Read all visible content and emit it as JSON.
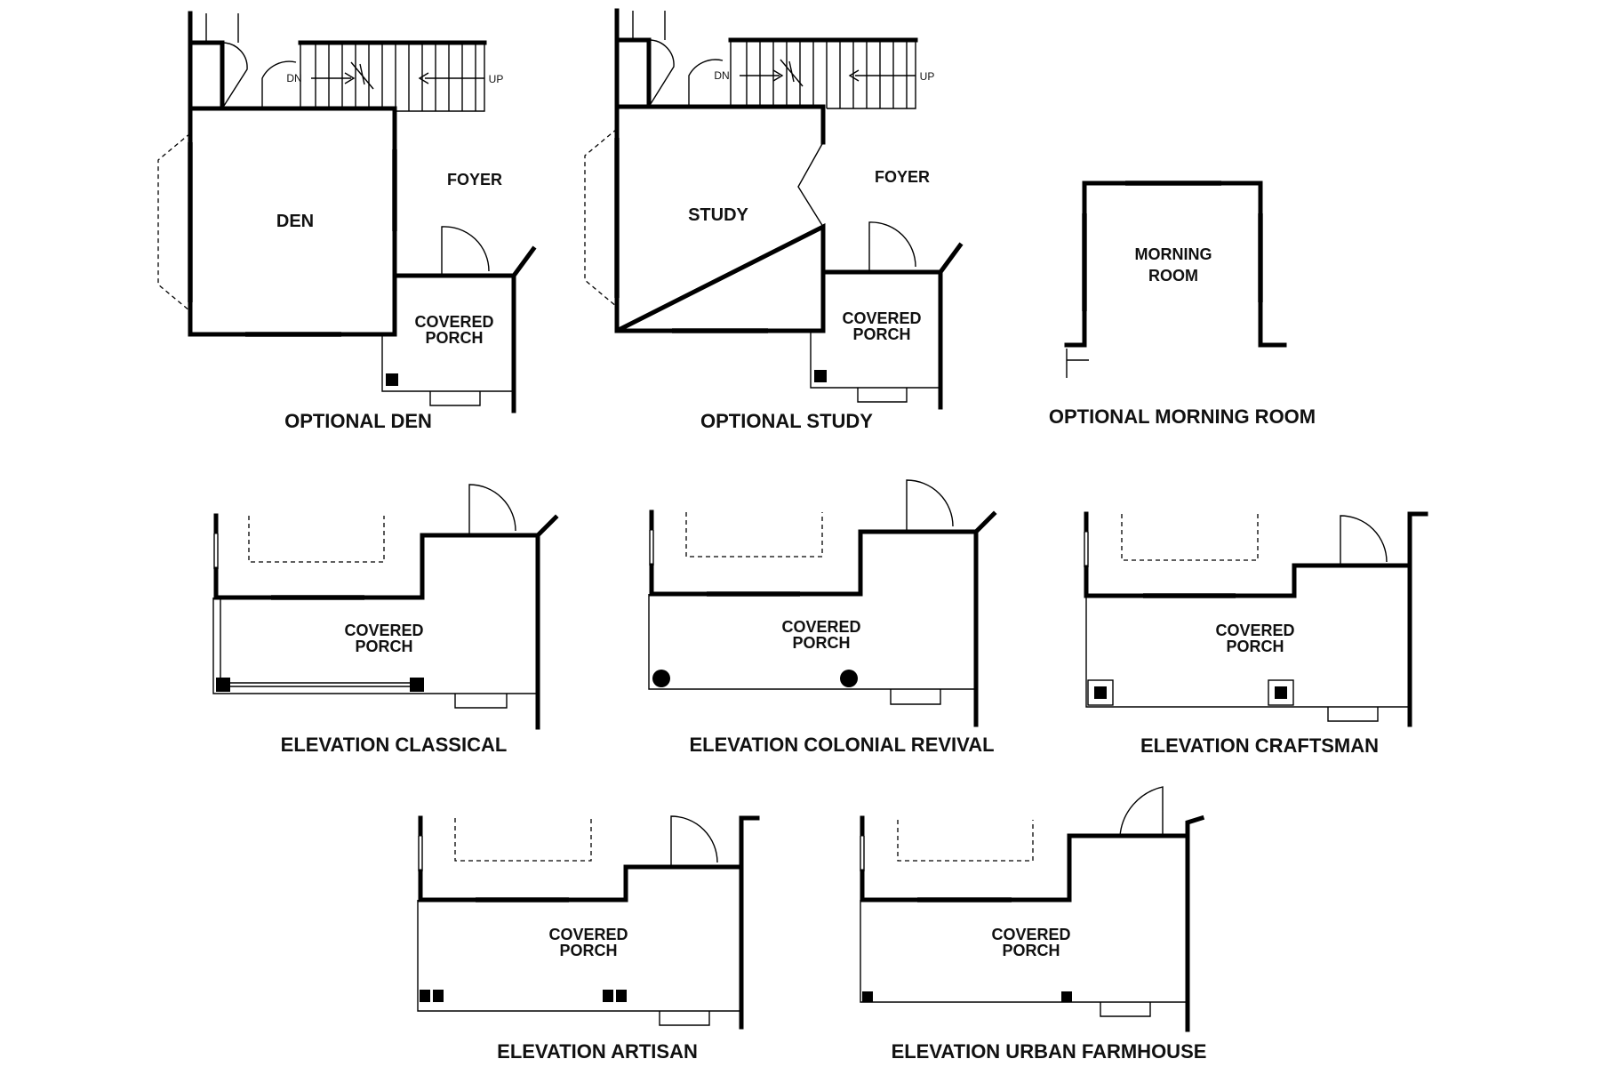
{
  "plans": {
    "den": {
      "caption": "OPTIONAL DEN",
      "room": "DEN",
      "foyer": "FOYER",
      "porch_line1": "COVERED",
      "porch_line2": "PORCH",
      "stair_dn": "DN",
      "stair_up": "UP"
    },
    "study": {
      "caption": "OPTIONAL STUDY",
      "room": "STUDY",
      "foyer": "FOYER",
      "porch_line1": "COVERED",
      "porch_line2": "PORCH",
      "stair_dn": "DN",
      "stair_up": "UP"
    },
    "morning_room": {
      "caption": "OPTIONAL MORNING ROOM",
      "room_line1": "MORNING",
      "room_line2": "ROOM"
    },
    "classical": {
      "caption": "ELEVATION CLASSICAL",
      "porch_line1": "COVERED",
      "porch_line2": "PORCH"
    },
    "colonial_revival": {
      "caption": "ELEVATION COLONIAL REVIVAL",
      "porch_line1": "COVERED",
      "porch_line2": "PORCH"
    },
    "craftsman": {
      "caption": "ELEVATION CRAFTSMAN",
      "porch_line1": "COVERED",
      "porch_line2": "PORCH"
    },
    "artisan": {
      "caption": "ELEVATION ARTISAN",
      "porch_line1": "COVERED",
      "porch_line2": "PORCH"
    },
    "urban_farmhouse": {
      "caption": "ELEVATION URBAN FARMHOUSE",
      "porch_line1": "COVERED",
      "porch_line2": "PORCH"
    }
  },
  "colors": {
    "ink": "#000000",
    "background": "#ffffff"
  }
}
